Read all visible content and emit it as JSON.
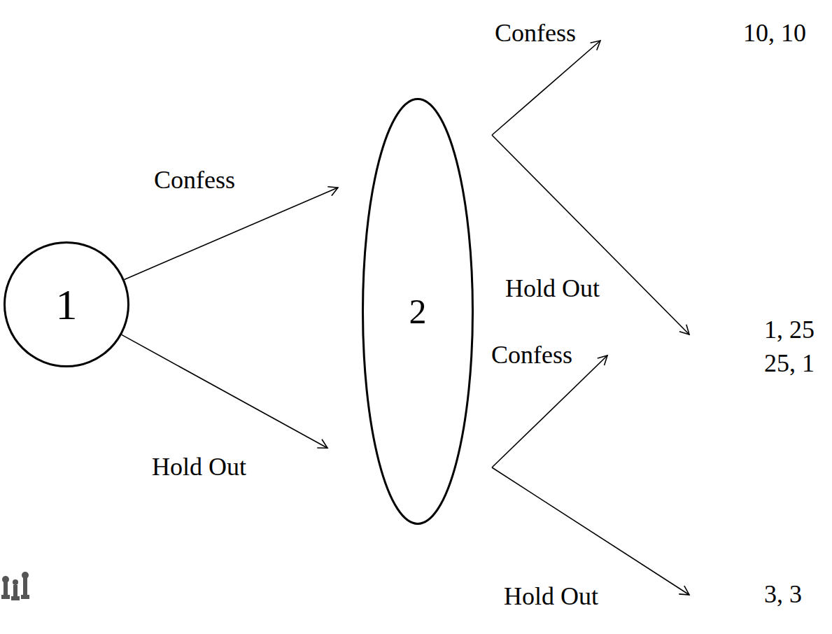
{
  "diagram": {
    "nodes": [
      {
        "text": [
          "1"
        ]
      },
      {
        "text": [
          "2"
        ]
      }
    ],
    "edges": [
      {
        "from": 0,
        "to": 1,
        "arrow": "to",
        "label": "Confess"
      },
      {
        "from": 0,
        "to": 1,
        "arrow": "to",
        "label": "Hold Out"
      }
    ],
    "labels": [
      "10, 10",
      "Confess",
      "Hold Out",
      "1, 25",
      "25, 1",
      "Confess",
      "Hold Out",
      "3, 3"
    ]
  }
}
